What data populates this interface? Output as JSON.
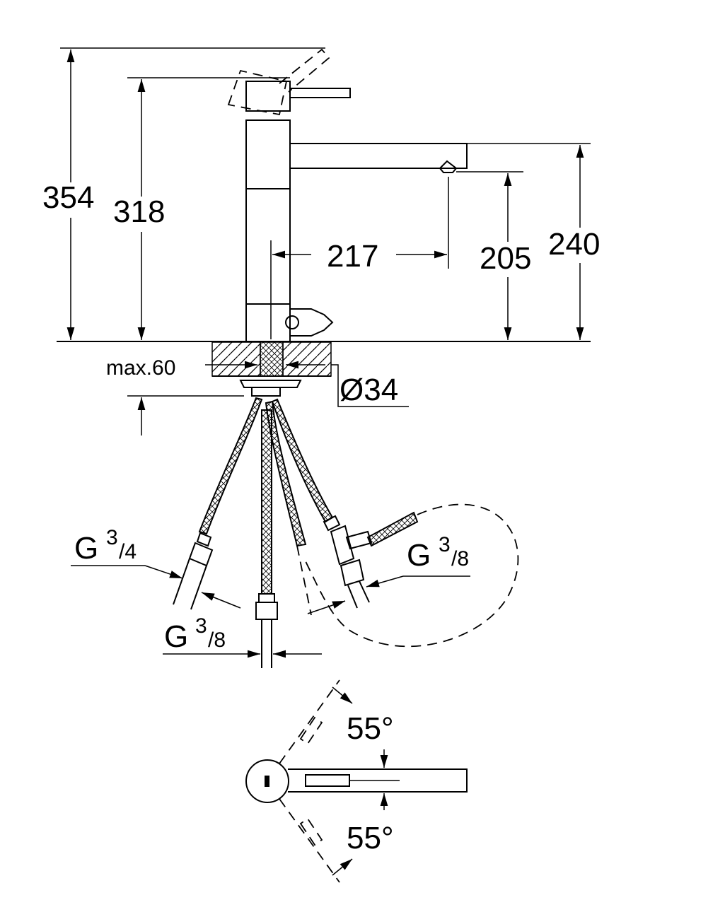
{
  "dimensions": {
    "total_height": "354",
    "body_height": "318",
    "spout_reach": "217",
    "outlet_height": "205",
    "spout_height": "240",
    "max_thickness": "max.60",
    "hole_diameter": "Ø34",
    "rotation_left": "55°",
    "rotation_right": "55°"
  },
  "connections": {
    "main_left": {
      "g": "G",
      "num": "3",
      "den": "/4"
    },
    "main_right": {
      "g": "G",
      "num": "3",
      "den": "/8"
    },
    "bottom": {
      "g": "G",
      "num": "3",
      "den": "/8"
    }
  }
}
